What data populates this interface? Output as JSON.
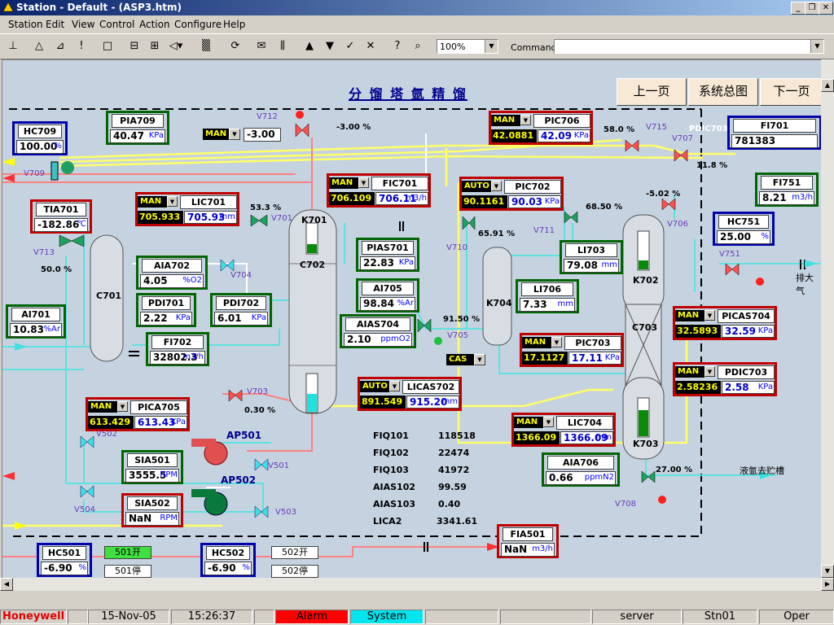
{
  "window": {
    "title": "Station - Default - (ASP3.htm)"
  },
  "menu": [
    "Station",
    "Edit",
    "View",
    "Control",
    "Action",
    "Configure",
    "Help"
  ],
  "toolbar": {
    "zoom": "100%",
    "command_label": "Command",
    "command_value": ""
  },
  "display": {
    "title": "分 馏 塔 氩 精 馏",
    "nav": {
      "prev": "上一页",
      "overview": "系统总图",
      "next": "下一页"
    }
  },
  "instruments": {
    "HC709": {
      "tag": "HC709",
      "pv": "100.00",
      "unit": "%"
    },
    "PIA709": {
      "tag": "PIA709",
      "pv": "40.47",
      "unit": "KPa"
    },
    "TIA701": {
      "tag": "TIA701",
      "pv": "-182.86",
      "unit": "℃"
    },
    "LIC701": {
      "tag": "LIC701",
      "mode": "MAN",
      "sp": "705.933",
      "pv": "705.93",
      "unit": "mm"
    },
    "AIA702": {
      "tag": "AIA702",
      "pv": "4.05",
      "unit": "%O2"
    },
    "PDI701": {
      "tag": "PDI701",
      "pv": "2.22",
      "unit": "KPa"
    },
    "PDI702": {
      "tag": "PDI702",
      "pv": "6.01",
      "unit": "KPa"
    },
    "FI702": {
      "tag": "FI702",
      "pv": "32802.3",
      "unit": "m3/h"
    },
    "AI701": {
      "tag": "AI701",
      "pv": "10.83",
      "unit": "%Ar"
    },
    "PICA705": {
      "tag": "PICA705",
      "mode": "MAN",
      "sp": "613.429",
      "pv": "613.43",
      "unit": "KPa"
    },
    "SIA501": {
      "tag": "SIA501",
      "pv": "3555.5",
      "unit": "RPM"
    },
    "SIA502": {
      "tag": "SIA502",
      "pv": "NaN",
      "unit": "RPM"
    },
    "HC501": {
      "tag": "HC501",
      "pv": "-6.90",
      "unit": "%"
    },
    "HC502": {
      "tag": "HC502",
      "pv": "-6.90",
      "unit": "%"
    },
    "FIC701": {
      "tag": "FIC701",
      "mode": "MAN",
      "sp": "706.109",
      "pv": "706.11",
      "unit": "m3/h"
    },
    "PIAS701": {
      "tag": "PIAS701",
      "pv": "22.83",
      "unit": "KPa"
    },
    "AI705": {
      "tag": "AI705",
      "pv": "98.84",
      "unit": "%Ar"
    },
    "AIAS704": {
      "tag": "AIAS704",
      "pv": "2.10",
      "unit": "ppmO2"
    },
    "LICAS702": {
      "tag": "LICAS702",
      "mode": "AUTO",
      "sp": "891.549",
      "pv": "915.20",
      "unit": "mm"
    },
    "PIC706": {
      "tag": "PIC706",
      "mode": "MAN",
      "sp": "42.0881",
      "pv": "42.09",
      "unit": "KPa"
    },
    "PIC702": {
      "tag": "PIC702",
      "mode": "AUTO",
      "sp": "90.1161",
      "pv": "90.03",
      "unit": "KPa"
    },
    "LI703": {
      "tag": "LI703",
      "pv": "79.08",
      "unit": "mm"
    },
    "LI706": {
      "tag": "LI706",
      "pv": "7.33",
      "unit": "mm"
    },
    "PIC703": {
      "tag": "PIC703",
      "mode": "MAN",
      "sp": "17.1127",
      "pv": "17.11",
      "unit": "KPa"
    },
    "LIC704": {
      "tag": "LIC704",
      "mode": "MAN",
      "sp": "1366.09",
      "pv": "1366.09",
      "unit": "mm"
    },
    "AIA706": {
      "tag": "AIA706",
      "pv": "0.66",
      "unit": "ppmN2"
    },
    "FIA501": {
      "tag": "FIA501",
      "pv": "NaN",
      "unit": "m3/h"
    },
    "FI701": {
      "tag": "FI701",
      "pv": "781383"
    },
    "FI751": {
      "tag": "FI751",
      "pv": "8.21",
      "unit": "m3/h"
    },
    "HC751": {
      "tag": "HC751",
      "pv": "25.00",
      "unit": "%"
    },
    "PICAS704": {
      "tag": "PICAS704",
      "mode": "MAN",
      "sp": "32.5893",
      "pv": "32.59",
      "unit": "KPa"
    },
    "PDIC703": {
      "tag": "PDIC703",
      "mode": "MAN",
      "sp": "2.58236",
      "pv": "2.58",
      "unit": "KPa"
    },
    "V712_ctrl": {
      "mode": "MAN",
      "pv": "-3.00"
    }
  },
  "mode_cas": "CAS",
  "valves": {
    "V712": {
      "name": "V712",
      "pct": "-3.00 %"
    },
    "V709": {
      "name": "V709"
    },
    "V713": {
      "name": "V713",
      "pct": "50.0 %"
    },
    "V701": {
      "name": "V701",
      "pct": "53.3 %"
    },
    "V704": {
      "name": "V704"
    },
    "V703": {
      "name": "V703",
      "pct": "0.30 %"
    },
    "V502": {
      "name": "V502"
    },
    "V501": {
      "name": "V501"
    },
    "V503": {
      "name": "V503"
    },
    "V504": {
      "name": "V504"
    },
    "V710": {
      "name": "V710",
      "pct": "65.91 %"
    },
    "V705": {
      "name": "V705",
      "pct": "91.50 %"
    },
    "V711": {
      "name": "V711",
      "pct": "68.50 %"
    },
    "V715": {
      "name": "V715",
      "pct": "58.0 %"
    },
    "V707": {
      "name": "V707",
      "pct": "11.8 %"
    },
    "V706": {
      "name": "V706",
      "pct": "-5.02 %"
    },
    "V751": {
      "name": "V751"
    },
    "V708": {
      "name": "V708",
      "pct": "27.00 %"
    }
  },
  "labels": {
    "pdic703_small": "PDIC703",
    "exhaust": "排大气",
    "liquid_argon": "液氩去贮槽",
    "AP501": "AP501",
    "AP502": "AP502"
  },
  "vessels": {
    "C701": "C701",
    "K701": "K701",
    "C702": "C702",
    "K704": "K704",
    "K702": "K702",
    "C703": "C703",
    "K703": "K703"
  },
  "summary": [
    {
      "tag": "FIQ101",
      "value": "118518"
    },
    {
      "tag": "FIQ102",
      "value": "22474"
    },
    {
      "tag": "FIQ103",
      "value": "41972"
    },
    {
      "tag": "AIAS102",
      "value": "99.59"
    },
    {
      "tag": "AIAS103",
      "value": "0.40"
    },
    {
      "tag": "LICA2",
      "value": "3341.61"
    }
  ],
  "buttons": {
    "open501": "501开",
    "stop501": "501停",
    "open502": "502开",
    "stop502": "502停"
  },
  "statusbar": {
    "brand": "Honeywell",
    "date": "15-Nov-05",
    "time": "15:26:37",
    "alarm": "Alarm",
    "system": "System",
    "server": "server",
    "station": "Stn01",
    "level": "Oper"
  },
  "colors": {
    "canvas": "#c5d3e1",
    "alarm": "#ff0000",
    "system": "#00e5ee",
    "setpoint": "#ffff00",
    "pv": "#0000cc"
  }
}
